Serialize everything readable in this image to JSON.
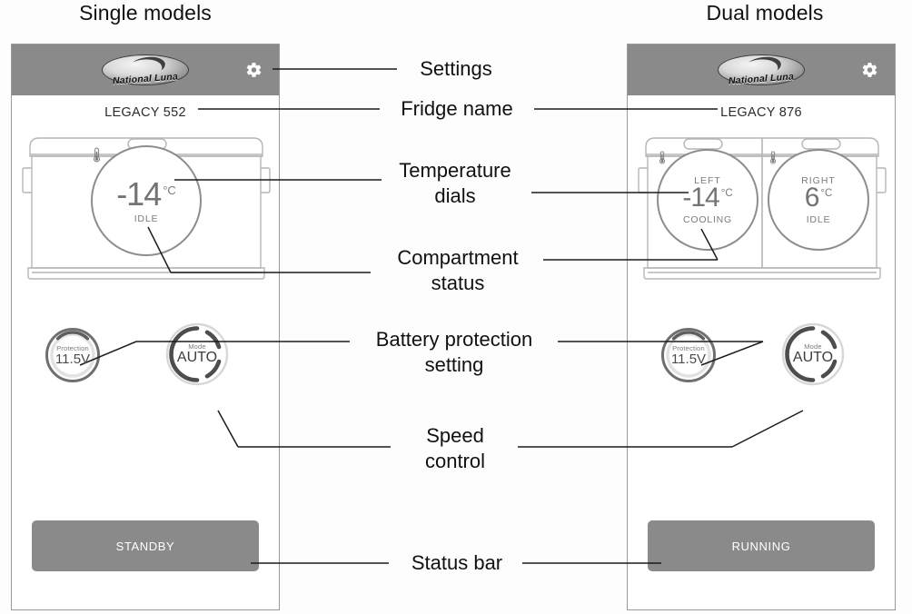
{
  "page": {
    "section_titles": {
      "single": "Single models",
      "dual": "Dual models"
    }
  },
  "annotations": [
    {
      "key": "settings",
      "label": "Settings"
    },
    {
      "key": "fridge_name",
      "label": "Fridge name"
    },
    {
      "key": "temp_dials",
      "label": "Temperature\ndials"
    },
    {
      "key": "comp_status",
      "label": "Compartment\nstatus"
    },
    {
      "key": "battery",
      "label": "Battery protection\nsetting"
    },
    {
      "key": "speed",
      "label": "Speed\ncontrol"
    },
    {
      "key": "status_bar",
      "label": "Status bar"
    }
  ],
  "single_panel": {
    "header": {
      "logo_brand": "National Luna",
      "settings_icon": "gear-icon"
    },
    "fridge_name": "LEGACY 552",
    "dial": {
      "temperature": "-14",
      "unit": "°C",
      "status": "IDLE",
      "thermometer_icon": "thermometer-icon"
    },
    "knobs": {
      "protection": {
        "label": "Protection",
        "value": "11.5V"
      },
      "mode": {
        "label": "Mode",
        "value": "AUTO"
      }
    },
    "status_bar": "STANDBY"
  },
  "dual_panel": {
    "header": {
      "logo_brand": "National Luna",
      "settings_icon": "gear-icon"
    },
    "fridge_name": "LEGACY 876",
    "dials": [
      {
        "side": "LEFT",
        "temperature": "-14",
        "unit": "°C",
        "status": "COOLING",
        "thermometer_icon": "thermometer-icon"
      },
      {
        "side": "RIGHT",
        "temperature": "6",
        "unit": "°C",
        "status": "IDLE",
        "thermometer_icon": "thermometer-icon"
      }
    ],
    "knobs": {
      "protection": {
        "label": "Protection",
        "value": "11.5V"
      },
      "mode": {
        "label": "Mode",
        "value": "AUTO"
      }
    },
    "status_bar": "RUNNING"
  },
  "colors": {
    "header_gray": "#8a8a8a",
    "status_bar_gray": "#8a8a8a",
    "dial_ring": "#8d8d8d",
    "temp_text": "#737373",
    "line_art": "#b6b6b6",
    "annotation_text": "#111111"
  }
}
